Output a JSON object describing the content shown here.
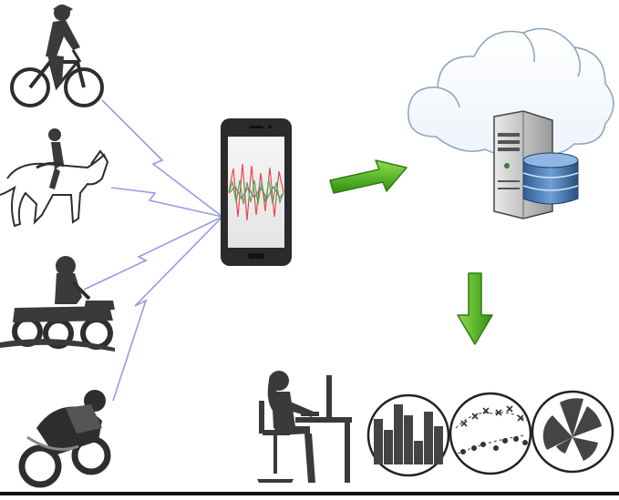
{
  "diagram": {
    "riders": [
      {
        "id": "cyclist",
        "icon": "cyclist-icon"
      },
      {
        "id": "horse-rider",
        "icon": "horse-rider-icon"
      },
      {
        "id": "atv-rider",
        "icon": "atv-rider-icon"
      },
      {
        "id": "motorcyclist",
        "icon": "motorcyclist-icon"
      }
    ],
    "hub": {
      "icon": "smartphone-icon",
      "signal_colors": [
        "#e8484f",
        "#4caf50",
        "#777777"
      ]
    },
    "cloud": {
      "icon": "cloud-icon"
    },
    "server": {
      "icon": "server-icon"
    },
    "database": {
      "icon": "database-icon",
      "color": "#3f6fa8"
    },
    "analyst": {
      "icon": "analyst-at-desk-icon"
    },
    "analytics_charts": [
      {
        "id": "bar",
        "icon": "bar-chart-icon"
      },
      {
        "id": "scatter",
        "icon": "scatter-plot-icon"
      },
      {
        "id": "polar",
        "icon": "polar-chart-icon"
      }
    ],
    "colors": {
      "link": "#9a98e8",
      "arrow": "#5fbf1f",
      "arrow_dark": "#2e7d16",
      "silhouette": "#3a3a3a"
    }
  }
}
